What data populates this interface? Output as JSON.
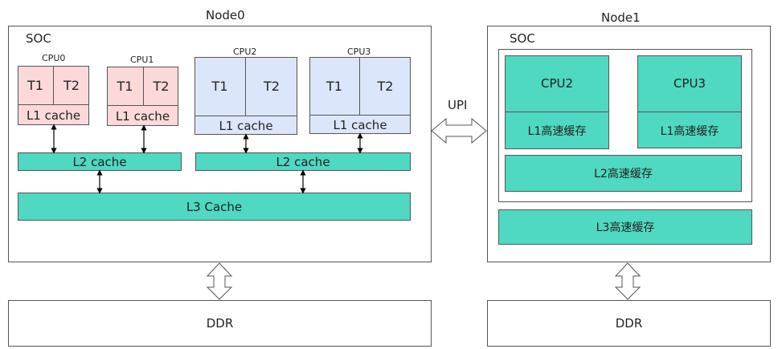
{
  "node0": {
    "title": "Node0",
    "soc_label": "SOC",
    "cpus": [
      {
        "name": "CPU0",
        "t1": "T1",
        "t2": "T2",
        "l1": "L1 cache"
      },
      {
        "name": "CPU1",
        "t1": "T1",
        "t2": "T2",
        "l1": "L1 cache"
      },
      {
        "name": "CPU2",
        "t1": "T1",
        "t2": "T2",
        "l1": "L1 cache"
      },
      {
        "name": "CPU3",
        "t1": "T1",
        "t2": "T2",
        "l1": "L1 cache"
      }
    ],
    "l2": [
      "L2 cache",
      "L2 cache"
    ],
    "l3": "L3 Cache",
    "ddr": "DDR"
  },
  "node1": {
    "title": "Node1",
    "soc_label": "SOC",
    "cpus": [
      {
        "name": "CPU2",
        "l1": "L1高速缓存"
      },
      {
        "name": "CPU3",
        "l1": "L1高速缓存"
      }
    ],
    "l2": "L2高速缓存",
    "l3": "L3高速缓存",
    "ddr": "DDR"
  },
  "interconnect": "UPI",
  "colors": {
    "pink": "#fcd9d9",
    "blue": "#dce6fb",
    "teal": "#4fd8c2"
  }
}
